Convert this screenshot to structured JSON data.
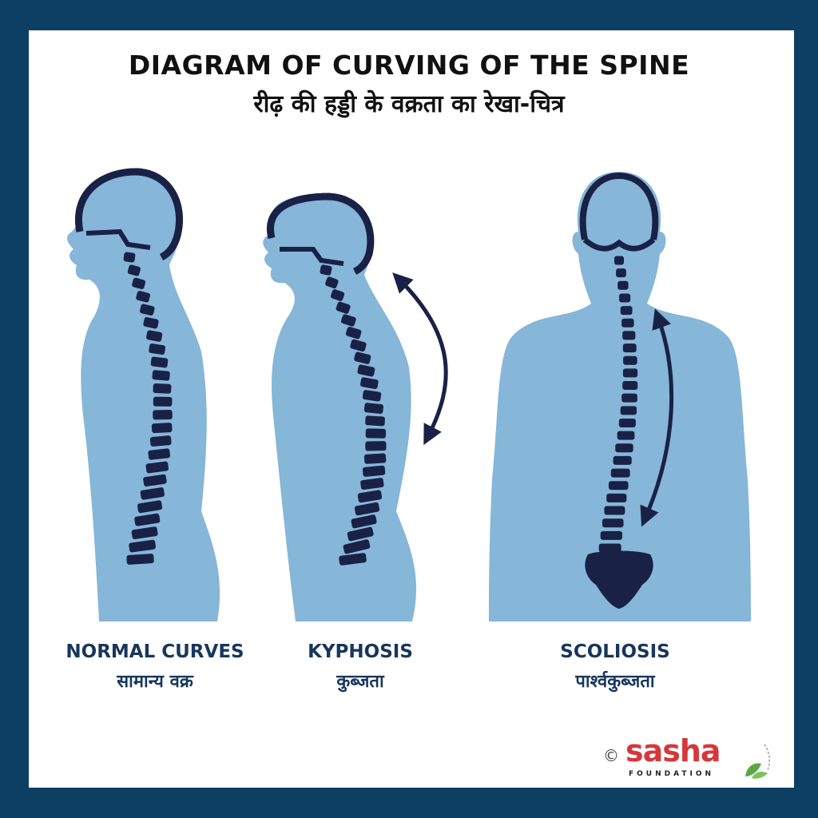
{
  "title": {
    "english": "DIAGRAM OF CURVING OF THE SPINE",
    "hindi": "रीढ़ की हड्डी के वक्रता का रेखा-चित्र"
  },
  "figures": [
    {
      "english": "NORMAL CURVES",
      "hindi": "सामान्य वक्र"
    },
    {
      "english": "KYPHOSIS",
      "hindi": "कुब्जता"
    },
    {
      "english": "SCOLIOSIS",
      "hindi": "पार्श्वकुब्जता"
    }
  ],
  "logo": {
    "copyright": "©",
    "name": "sasha",
    "tagline": "FOUNDATION"
  },
  "colors": {
    "frame": "#0c3f63",
    "body": "#86b6d8",
    "spine": "#1a2147",
    "label": "#17365d",
    "logo_red": "#d6373c"
  }
}
